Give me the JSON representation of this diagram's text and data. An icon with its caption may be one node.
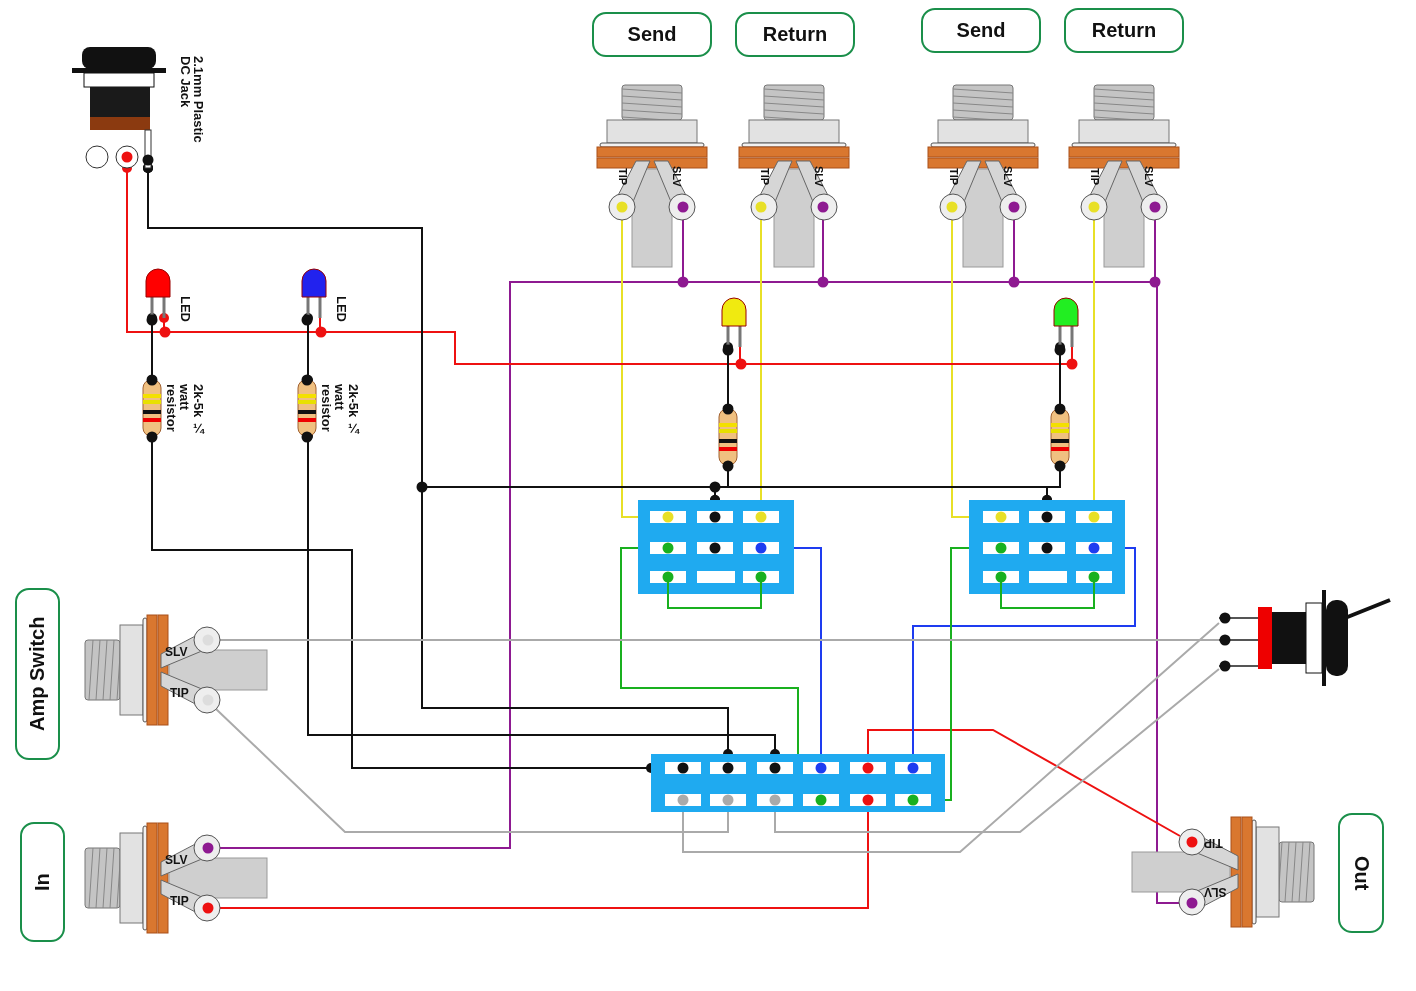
{
  "diagram": {
    "nodes": [
      {
        "text": [
          "Send"
        ]
      },
      {
        "text": [
          "Return"
        ]
      },
      {
        "text": [
          "Send"
        ]
      },
      {
        "text": [
          "Return"
        ]
      },
      {
        "text": [
          "Amp Switch"
        ]
      },
      {
        "text": [
          "In"
        ]
      },
      {
        "text": [
          "Out"
        ]
      },
      {
        "text": [],
        "shape": "picture"
      },
      {
        "text": [],
        "shape": "picture"
      },
      {
        "text": [],
        "shape": "picture"
      },
      {
        "text": [],
        "shape": "picture"
      },
      {
        "text": [],
        "shape": "picture"
      },
      {
        "text": [],
        "shape": "picture"
      },
      {
        "text": [],
        "shape": "picture"
      },
      {
        "text": [],
        "shape": "picture"
      },
      {
        "text": [],
        "shape": "picture"
      },
      {
        "text": [],
        "shape": "picture"
      },
      {
        "text": [],
        "shape": "picture"
      },
      {
        "text": [],
        "shape": "picture"
      },
      {
        "text": [],
        "shape": "picture"
      },
      {
        "text": [],
        "shape": "picture"
      },
      {
        "text": [],
        "shape": "picture"
      },
      {
        "text": [],
        "shape": "picture"
      },
      {
        "text": [],
        "shape": "picture"
      },
      {
        "text": [],
        "shape": "picture"
      },
      {
        "text": [],
        "shape": "picture"
      },
      {
        "text": [],
        "shape": "picture"
      }
    ],
    "edges": [
      {
        "from": 13,
        "to": 8,
        "arrow": "none",
        "color": "#8e1a91"
      },
      {
        "from": 8,
        "to": 9,
        "arrow": "none",
        "color": "#8e1a91"
      },
      {
        "from": 9,
        "to": 10,
        "arrow": "none",
        "color": "#8e1a91"
      },
      {
        "from": 10,
        "to": 11,
        "arrow": "none",
        "color": "#8e1a91"
      },
      {
        "from": 11,
        "to": 14,
        "arrow": "none",
        "color": "#8e1a91"
      },
      {
        "from": 8,
        "to": 23,
        "arrow": "none",
        "color": "#e8e027"
      },
      {
        "from": 9,
        "to": 23,
        "arrow": "none",
        "color": "#e8e027"
      },
      {
        "from": 10,
        "to": 24,
        "arrow": "none",
        "color": "#e8e027"
      },
      {
        "from": 11,
        "to": 24,
        "arrow": "none",
        "color": "#e8e027"
      },
      {
        "from": 7,
        "to": 15,
        "arrow": "other",
        "color": "#ee1111"
      },
      {
        "from": 15,
        "to": 16,
        "arrow": "none",
        "color": "#ee1111"
      },
      {
        "from": 16,
        "to": 17,
        "arrow": "none",
        "color": "#ee1111"
      },
      {
        "from": 17,
        "to": 18,
        "arrow": "none",
        "color": "#ee1111"
      },
      {
        "from": 13,
        "to": 25,
        "arrow": "none",
        "color": "#ee1111"
      },
      {
        "from": 25,
        "to": 14,
        "arrow": "none",
        "color": "#ee1111"
      },
      {
        "from": 7,
        "to": 25,
        "arrow": "other"
      },
      {
        "from": 7,
        "to": 23,
        "arrow": "other"
      },
      {
        "from": 7,
        "to": 24,
        "arrow": "other"
      },
      {
        "from": 15,
        "to": 19,
        "arrow": "other"
      },
      {
        "from": 16,
        "to": 20,
        "arrow": "other"
      },
      {
        "from": 17,
        "to": 21,
        "arrow": "other"
      },
      {
        "from": 18,
        "to": 22,
        "arrow": "other"
      },
      {
        "from": 19,
        "to": 25,
        "arrow": "other"
      },
      {
        "from": 20,
        "to": 25,
        "arrow": "other"
      },
      {
        "from": 21,
        "to": 23,
        "arrow": "other"
      },
      {
        "from": 22,
        "to": 24,
        "arrow": "other"
      },
      {
        "from": 23,
        "to": 25,
        "arrow": "none",
        "color": "#1e3cf0"
      },
      {
        "from": 24,
        "to": 25,
        "arrow": "none",
        "color": "#1e3cf0"
      },
      {
        "from": 23,
        "to": 25,
        "arrow": "none",
        "color": "#19b01f"
      },
      {
        "from": 24,
        "to": 25,
        "arrow": "none",
        "color": "#19b01f"
      },
      {
        "from": 12,
        "to": 26,
        "arrow": "none",
        "color": "#aaaaaa"
      },
      {
        "from": 25,
        "to": 26,
        "arrow": "none",
        "color": "#aaaaaa"
      },
      {
        "from": 25,
        "to": 12,
        "arrow": "none",
        "color": "#aaaaaa"
      },
      {
        "from": 25,
        "to": 26,
        "arrow": "none",
        "color": "#aaaaaa"
      }
    ],
    "labels": [
      "2.1mm Plastic DC Jack",
      "TIP",
      "SLV",
      "TIP",
      "SLV",
      "TIP",
      "SLV",
      "TIP",
      "SLV",
      "LED",
      "LED",
      "2k-5k ¼ watt resistor",
      "2k-5k ¼ watt resistor",
      "SLV",
      "TIP",
      "TIP",
      "SLV",
      "TIP",
      "SLV"
    ]
  }
}
